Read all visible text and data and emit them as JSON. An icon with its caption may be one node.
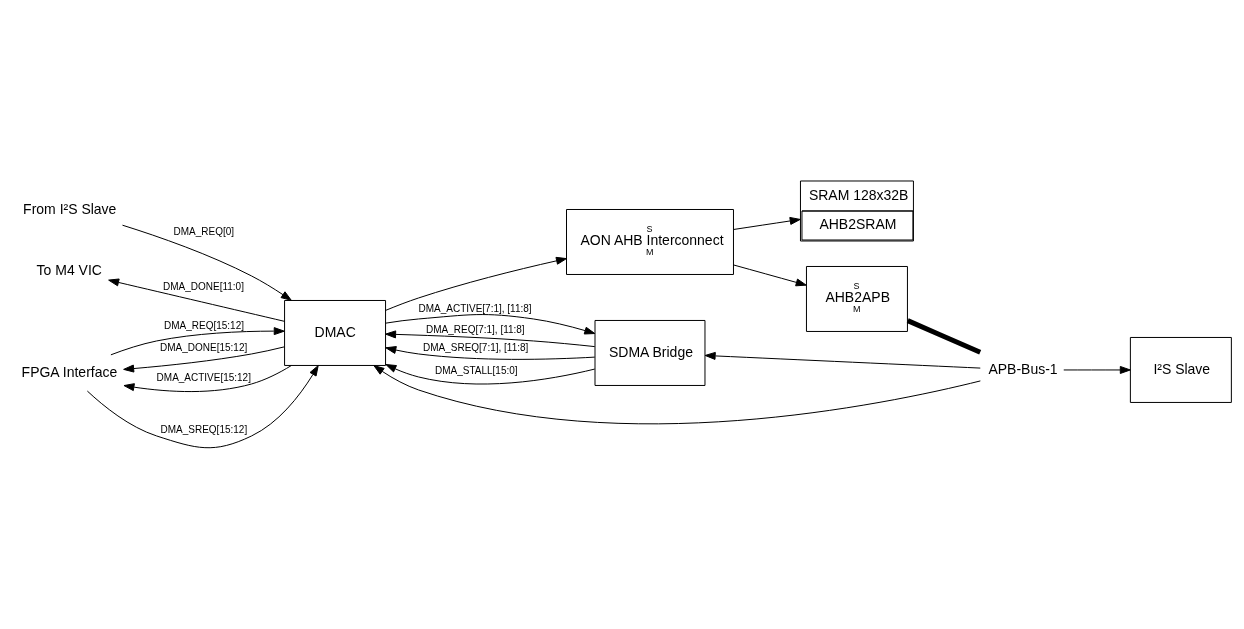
{
  "diagram": {
    "nodes": [
      {
        "text": [
          "From I²S Slave"
        ]
      },
      {
        "text": [
          "To M4 VIC"
        ]
      },
      {
        "text": [
          "DMAC"
        ]
      },
      {
        "text": [
          "SRAM 128x32B",
          "AHB2SRAM"
        ]
      },
      {
        "text": [
          "S",
          "AON AHB Interconnect",
          "M"
        ]
      },
      {
        "text": [
          "S",
          "AHB2APB",
          "M"
        ]
      },
      {
        "text": [
          "FPGA Interface"
        ]
      },
      {
        "text": [
          "SDMA Bridge"
        ]
      },
      {
        "text": [
          "I²S Slave"
        ]
      },
      {
        "text": [
          "APB-Bus-1"
        ]
      }
    ],
    "edges": [
      {
        "from": 0,
        "to": 2,
        "arrow": "to",
        "label": "DMA_REQ[0]"
      },
      {
        "from": 2,
        "to": 1,
        "arrow": "to",
        "label": "DMA_DONE[11:0]"
      },
      {
        "from": 2,
        "to": 4,
        "arrow": "to"
      },
      {
        "from": 4,
        "to": 3,
        "arrow": "to"
      },
      {
        "from": 4,
        "to": 5,
        "arrow": "to"
      },
      {
        "from": 6,
        "to": 2,
        "arrow": "to",
        "label": "DMA_REQ[15:12]"
      },
      {
        "from": 6,
        "to": 2,
        "arrow": "to",
        "label": "DMA_SREQ[15:12]"
      },
      {
        "from": 2,
        "to": 6,
        "arrow": "to",
        "label": "DMA_DONE[15:12]"
      },
      {
        "from": 2,
        "to": 6,
        "arrow": "to",
        "label": "DMA_ACTIVE[15:12]"
      },
      {
        "from": 7,
        "to": 2,
        "arrow": "to",
        "label": "DMA_REQ[7:1], [11:8]"
      },
      {
        "from": 7,
        "to": 2,
        "arrow": "to",
        "label": "DMA_SREQ[7:1], [11:8]"
      },
      {
        "from": 2,
        "to": 7,
        "arrow": "to",
        "label": "DMA_ACTIVE[7:1], [11:8]"
      },
      {
        "from": 7,
        "to": 2,
        "arrow": "to",
        "label": "DMA_STALL[15:0]"
      },
      {
        "from": 5,
        "to": 9,
        "arrow": "none",
        "style": "thick"
      },
      {
        "from": 9,
        "to": 2,
        "arrow": "to"
      },
      {
        "from": 9,
        "to": 7,
        "arrow": "to"
      },
      {
        "from": 9,
        "to": 8,
        "arrow": "to"
      }
    ]
  }
}
